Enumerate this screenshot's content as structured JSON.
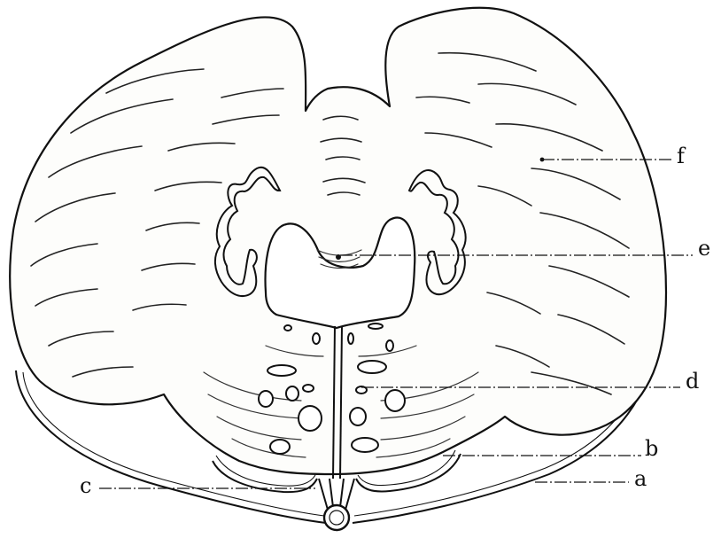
{
  "labels": {
    "a": "a",
    "b": "b",
    "c": "c",
    "d": "d",
    "e": "e",
    "f": "f"
  },
  "colors": {
    "ink": "#111111",
    "paper": "#ffffff"
  }
}
